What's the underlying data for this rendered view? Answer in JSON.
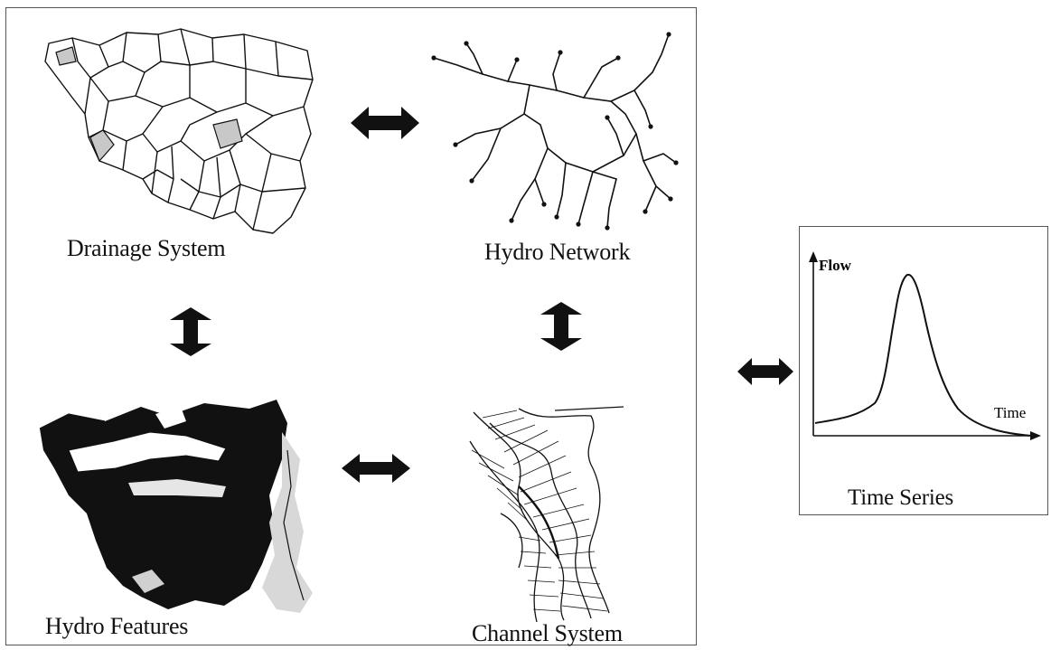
{
  "panels": {
    "drainage_system": {
      "label": "Drainage System"
    },
    "hydro_network": {
      "label": "Hydro Network"
    },
    "hydro_features": {
      "label": "Hydro Features"
    },
    "channel_system": {
      "label": "Channel System"
    },
    "time_series": {
      "label": "Time Series",
      "y_axis_label": "Flow",
      "x_axis_label": "Time"
    }
  },
  "arrows": [
    {
      "from": "drainage_system",
      "to": "hydro_network",
      "direction": "bidirectional-horizontal"
    },
    {
      "from": "drainage_system",
      "to": "hydro_features",
      "direction": "bidirectional-vertical"
    },
    {
      "from": "hydro_network",
      "to": "channel_system",
      "direction": "bidirectional-vertical"
    },
    {
      "from": "hydro_features",
      "to": "channel_system",
      "direction": "bidirectional-horizontal"
    },
    {
      "from": "main_frame",
      "to": "time_series",
      "direction": "bidirectional-horizontal"
    }
  ],
  "colors": {
    "ink": "#111111",
    "frame": "#555555",
    "fill_gray": "#c8c8c8"
  }
}
